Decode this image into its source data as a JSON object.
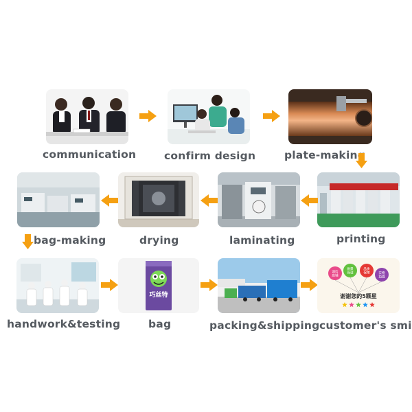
{
  "steps": [
    {
      "id": "communication",
      "label": "communication"
    },
    {
      "id": "confirm-design",
      "label": "confirm design"
    },
    {
      "id": "plate-making",
      "label": "plate-making"
    },
    {
      "id": "printing",
      "label": "printing"
    },
    {
      "id": "laminating",
      "label": "laminating"
    },
    {
      "id": "drying",
      "label": "drying"
    },
    {
      "id": "bag-making",
      "label": "bag-making"
    },
    {
      "id": "handwork-testing",
      "label": "handwork&testing"
    },
    {
      "id": "bag",
      "label": "bag"
    },
    {
      "id": "packing-shipping",
      "label": "packing&shipping"
    },
    {
      "id": "customers-smile",
      "label": "customer's smile"
    }
  ],
  "colors": {
    "arrow": "#f5a012",
    "label": "#555a60"
  },
  "bag_photo": {
    "brand_text": "巧丝特"
  },
  "smile_photo": {
    "thanks_text": "谢谢您的5颗星",
    "balloons": [
      {
        "text": "诚信\n店铺",
        "color": "#e94b8a"
      },
      {
        "text": "质量\n保证",
        "color": "#62c13e"
      },
      {
        "text": "品质\n保障",
        "color": "#e53935"
      },
      {
        "text": "实物\n拍摄",
        "color": "#8e44ad"
      }
    ],
    "stars": [
      "#f4c20d",
      "#e94b8a",
      "#62c13e",
      "#2196f3",
      "#e53935"
    ]
  }
}
